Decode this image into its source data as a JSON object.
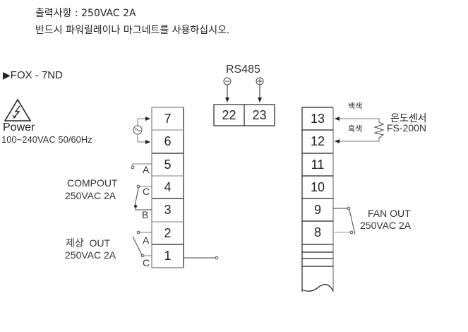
{
  "notes": {
    "output_spec": "출력사항 : 250VAC 2A",
    "instruction": "반드시 파워릴레이나 마그네트를 사용하십시오."
  },
  "model": {
    "marker_icon": "triangle-right",
    "name": "FOX - 7ND"
  },
  "power": {
    "icon": "high-voltage-warning",
    "label": "Power",
    "spec": "100~240VAC 50/60Hz",
    "source_symbol": "~"
  },
  "left_terminals": [
    "7",
    "6",
    "5",
    "4",
    "3",
    "2",
    "1"
  ],
  "compout": {
    "label": "COMPOUT",
    "spec": "250VAC 2A",
    "contacts": [
      "A",
      "C",
      "B"
    ]
  },
  "defrost_out": {
    "label": "제상  OUT",
    "spec": "250VAC 2A",
    "contacts": [
      "A",
      "C"
    ]
  },
  "rs485": {
    "label": "RS485",
    "negative_symbol": "−",
    "positive_symbol": "+",
    "terminals": [
      "22",
      "23"
    ]
  },
  "right_terminals": [
    "13",
    "12",
    "11",
    "10",
    "9",
    "8"
  ],
  "sensor": {
    "wire_white": "백색",
    "wire_black": "흑색",
    "label": "온도센서",
    "model": "FS-200N"
  },
  "fan_out": {
    "label": "FAN OUT",
    "spec": "250VAC 2A"
  }
}
